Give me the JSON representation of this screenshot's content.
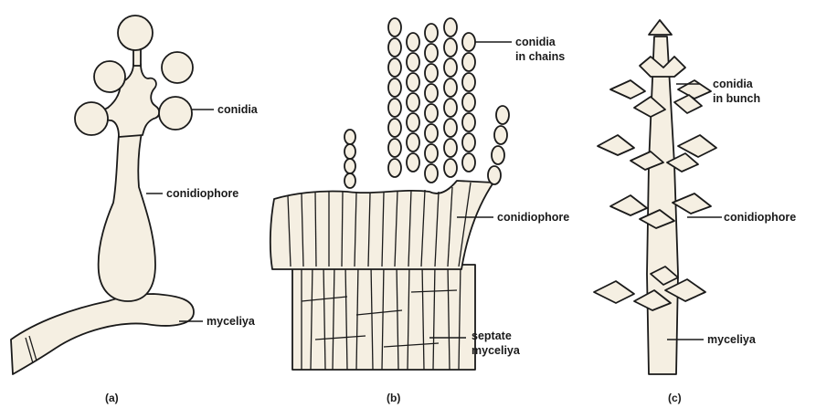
{
  "figures": [
    {
      "caption": "(a)",
      "labels": {
        "conidia": "conidia",
        "conidiophore": "conidiophore",
        "mycelium": "myceliya"
      }
    },
    {
      "caption": "(b)",
      "labels": {
        "conidia_line1": "conidia",
        "conidia_line2": "in chains",
        "conidiophore": "conidiophore",
        "mycelium_line1": "septate",
        "mycelium_line2": "myceliya"
      }
    },
    {
      "caption": "(c)",
      "labels": {
        "conidia_line1": "conidia",
        "conidia_line2": "in bunch",
        "conidiophore": "conidiophore",
        "mycelium": "myceliya"
      }
    }
  ],
  "colors": {
    "ink": "#1a1a1a",
    "fill": "#f5efe2",
    "background": "#ffffff"
  }
}
